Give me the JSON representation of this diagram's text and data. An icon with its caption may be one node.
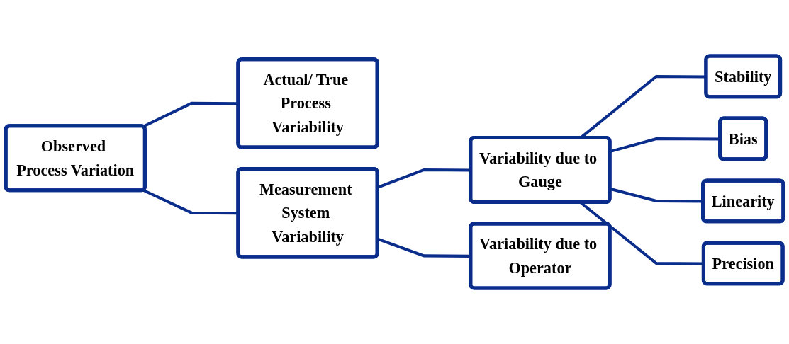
{
  "diagram": {
    "nodes": [
      {
        "text": [
          "Observed Process Variation"
        ]
      },
      {
        "text": [
          "Actual/ True Process Variability"
        ]
      },
      {
        "text": [
          "Measurement System Variability"
        ]
      },
      {
        "text": [
          "Variability due to Gauge"
        ]
      },
      {
        "text": [
          "Variability due to Operator"
        ]
      },
      {
        "text": [
          "Stability"
        ]
      },
      {
        "text": [
          "Bias"
        ]
      },
      {
        "text": [
          "Linearity"
        ]
      },
      {
        "text": [
          "Precision"
        ]
      }
    ],
    "edges": [
      {
        "from": 0,
        "to": 1,
        "arrow": "none"
      },
      {
        "from": 0,
        "to": 2,
        "arrow": "none"
      },
      {
        "from": 2,
        "to": 3,
        "arrow": "none"
      },
      {
        "from": 2,
        "to": 4,
        "arrow": "none"
      },
      {
        "from": 3,
        "to": 5,
        "arrow": "none"
      },
      {
        "from": 3,
        "to": 6,
        "arrow": "none"
      },
      {
        "from": 3,
        "to": 7,
        "arrow": "none"
      },
      {
        "from": 3,
        "to": 8,
        "arrow": "none"
      }
    ]
  }
}
